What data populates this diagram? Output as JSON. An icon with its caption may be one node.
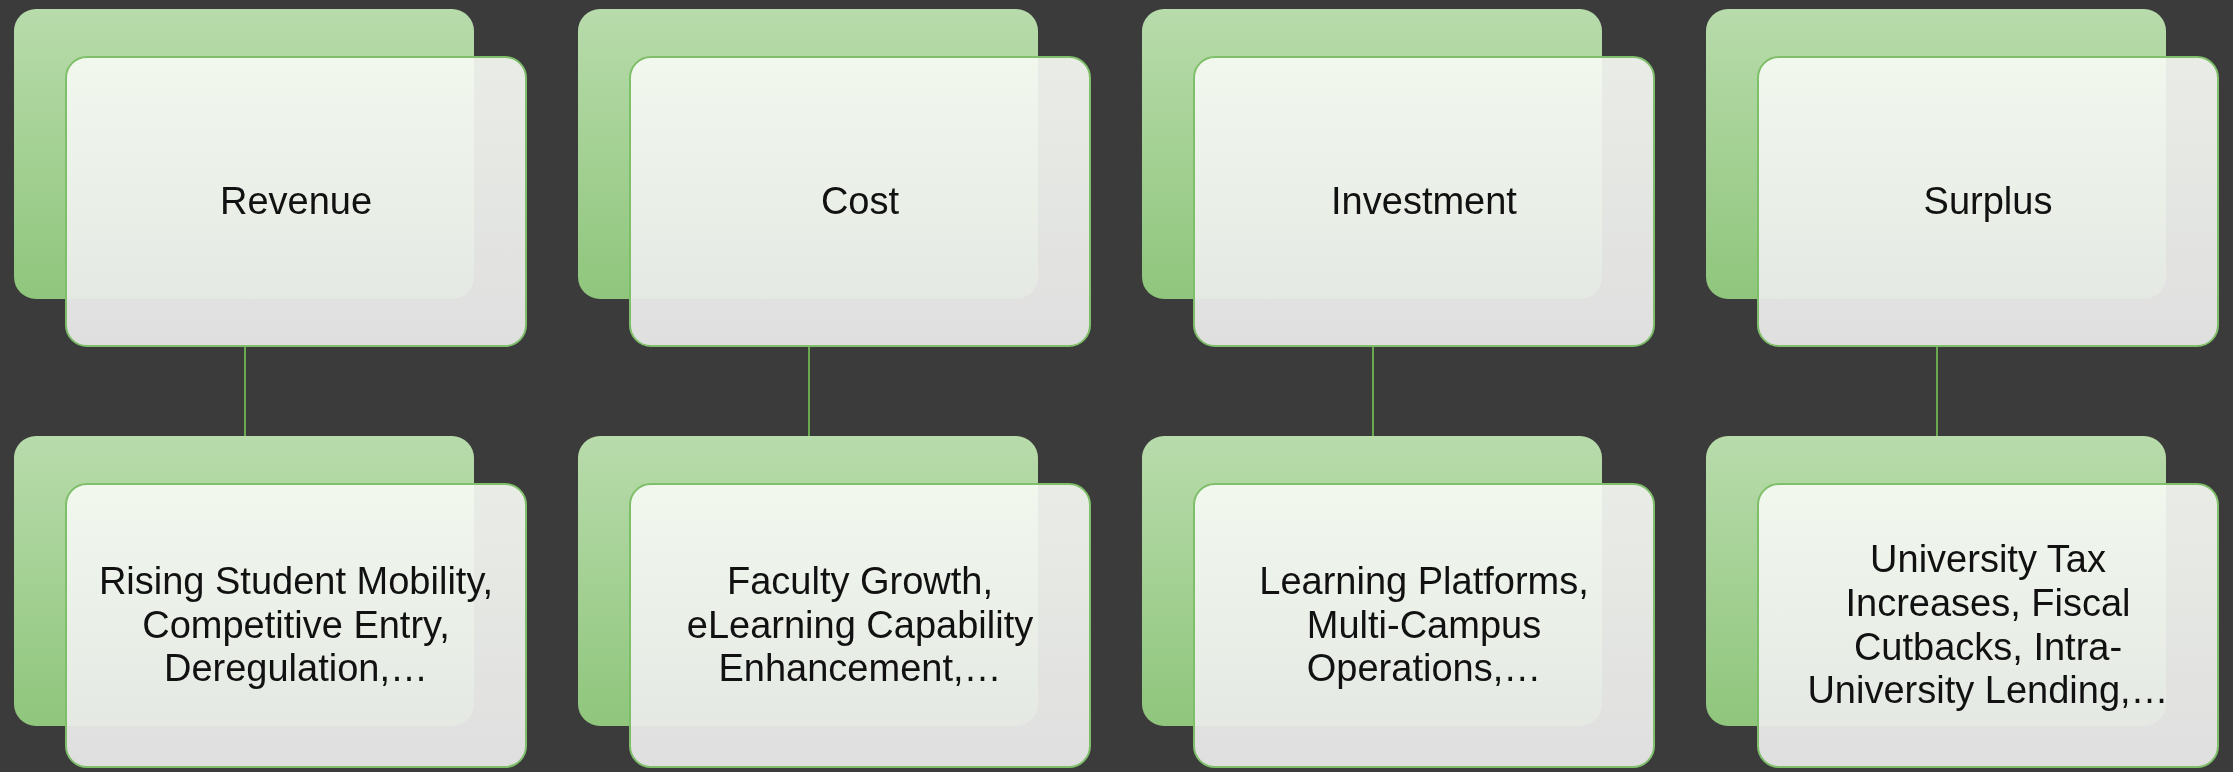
{
  "diagram": {
    "nodes": [
      {
        "text": [
          "Revenue"
        ]
      },
      {
        "text": [
          "Cost"
        ]
      },
      {
        "text": [
          "Investment"
        ]
      },
      {
        "text": [
          "Surplus"
        ]
      },
      {
        "text": [
          "Rising Student Mobility, Competitive Entry, Deregulation,…"
        ]
      },
      {
        "text": [
          "Faculty Growth, eLearning Capability Enhancement,…"
        ]
      },
      {
        "text": [
          "Learning Platforms, Multi-Campus Operations,…"
        ]
      },
      {
        "text": [
          "University Tax Increases, Fiscal Cutbacks, Intra-University Lending,…"
        ]
      }
    ],
    "edges": [
      {
        "from": 0,
        "to": 4,
        "arrow": "none"
      },
      {
        "from": 1,
        "to": 5,
        "arrow": "none"
      },
      {
        "from": 2,
        "to": 6,
        "arrow": "none"
      },
      {
        "from": 3,
        "to": 7,
        "arrow": "none"
      }
    ]
  }
}
